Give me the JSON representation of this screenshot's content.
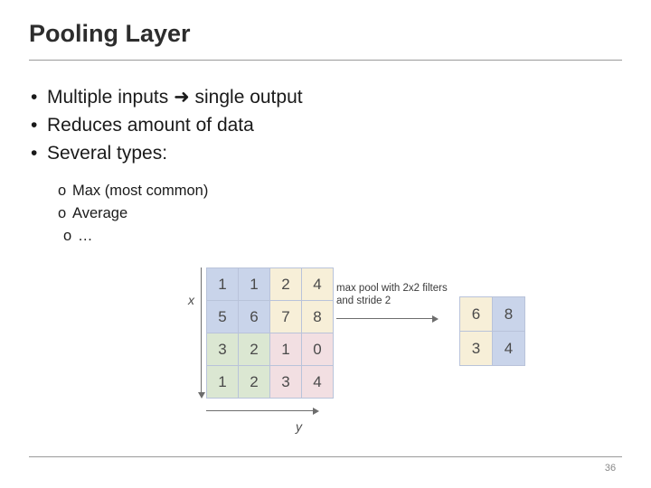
{
  "slide": {
    "title": "Pooling Layer",
    "page_number": "36",
    "bullets": [
      {
        "marker": "•",
        "text": "Multiple inputs ➜ single output"
      },
      {
        "marker": "•",
        "text": "Reduces amount of data"
      },
      {
        "marker": "•",
        "text": "Several types:"
      }
    ],
    "sub_bullets": [
      {
        "marker": "o",
        "text": "Max (most common)"
      },
      {
        "marker": "o",
        "text": "Average"
      },
      {
        "marker": "o",
        "text": "…"
      }
    ],
    "figure": {
      "x_axis_label": "x",
      "y_axis_label": "y",
      "caption": "max pool with 2x2 filters and stride 2",
      "input_grid": {
        "rows": [
          [
            {
              "value": "1",
              "color": "#c9d4ea"
            },
            {
              "value": "1",
              "color": "#c9d4ea"
            },
            {
              "value": "2",
              "color": "#f7efd8"
            },
            {
              "value": "4",
              "color": "#f7efd8"
            }
          ],
          [
            {
              "value": "5",
              "color": "#c9d4ea"
            },
            {
              "value": "6",
              "color": "#c9d4ea"
            },
            {
              "value": "7",
              "color": "#f7efd8"
            },
            {
              "value": "8",
              "color": "#f7efd8"
            }
          ],
          [
            {
              "value": "3",
              "color": "#dbe7d2"
            },
            {
              "value": "2",
              "color": "#dbe7d2"
            },
            {
              "value": "1",
              "color": "#f2dfe2"
            },
            {
              "value": "0",
              "color": "#f2dfe2"
            }
          ],
          [
            {
              "value": "1",
              "color": "#dbe7d2"
            },
            {
              "value": "2",
              "color": "#dbe7d2"
            },
            {
              "value": "3",
              "color": "#f2dfe2"
            },
            {
              "value": "4",
              "color": "#f2dfe2"
            }
          ]
        ]
      },
      "output_grid": {
        "rows": [
          [
            {
              "value": "6",
              "color": "#f7efd8"
            },
            {
              "value": "8",
              "color": "#c9d4ea"
            }
          ],
          [
            {
              "value": "3",
              "color": "#f7efd8"
            },
            {
              "value": "4",
              "color": "#c9d4ea"
            }
          ]
        ]
      }
    }
  }
}
